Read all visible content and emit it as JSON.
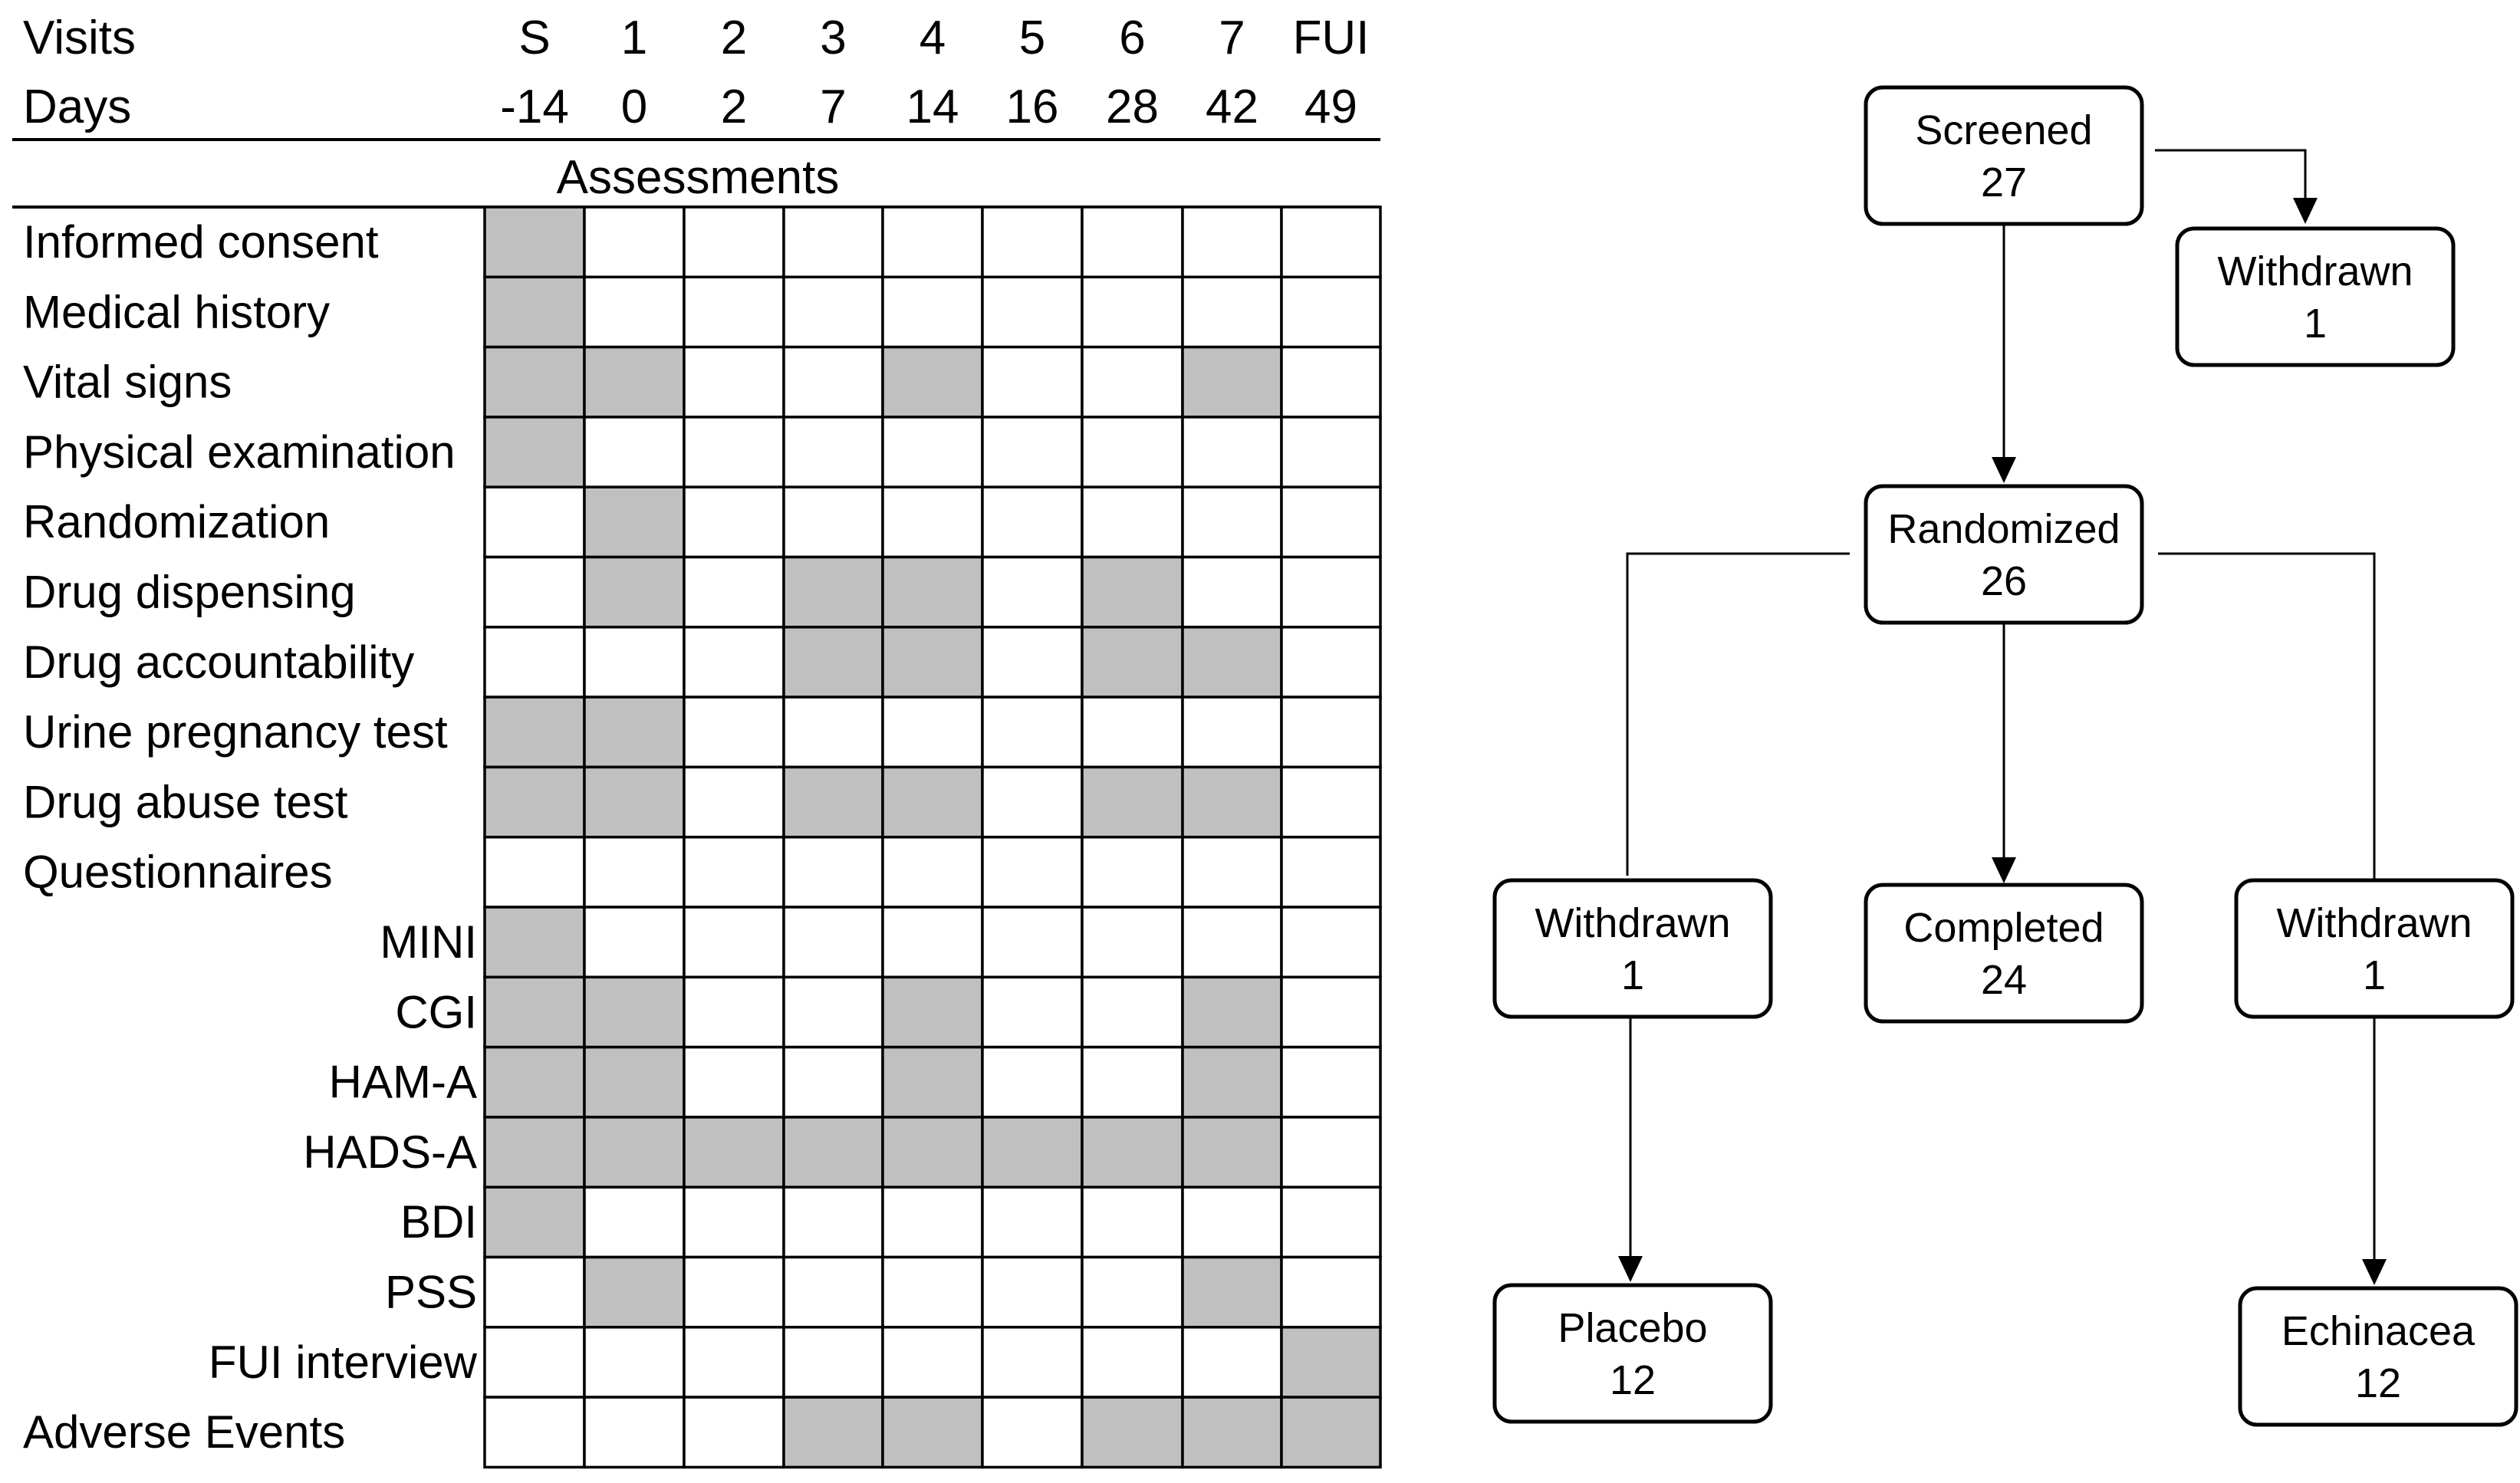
{
  "schedule": {
    "visits_label": "Visits",
    "days_label": "Days",
    "assessments_label": "Assessments",
    "visits": [
      "S",
      "1",
      "2",
      "3",
      "4",
      "5",
      "6",
      "7",
      "FUI"
    ],
    "days": [
      "-14",
      "0",
      "2",
      "7",
      "14",
      "16",
      "28",
      "42",
      "49"
    ],
    "shade_color": "#c0c0c0",
    "rows": [
      {
        "label": "Informed consent",
        "align": "left",
        "filled": [
          1,
          0,
          0,
          0,
          0,
          0,
          0,
          0,
          0
        ]
      },
      {
        "label": "Medical history",
        "align": "left",
        "filled": [
          1,
          0,
          0,
          0,
          0,
          0,
          0,
          0,
          0
        ]
      },
      {
        "label": "Vital signs",
        "align": "left",
        "filled": [
          1,
          1,
          0,
          0,
          1,
          0,
          0,
          1,
          0
        ]
      },
      {
        "label": "Physical examination",
        "align": "left",
        "filled": [
          1,
          0,
          0,
          0,
          0,
          0,
          0,
          0,
          0
        ]
      },
      {
        "label": "Randomization",
        "align": "left",
        "filled": [
          0,
          1,
          0,
          0,
          0,
          0,
          0,
          0,
          0
        ]
      },
      {
        "label": "Drug dispensing",
        "align": "left",
        "filled": [
          0,
          1,
          0,
          1,
          1,
          0,
          1,
          0,
          0
        ]
      },
      {
        "label": "Drug accountability",
        "align": "left",
        "filled": [
          0,
          0,
          0,
          1,
          1,
          0,
          1,
          1,
          0
        ]
      },
      {
        "label": "Urine pregnancy test",
        "align": "left",
        "filled": [
          1,
          1,
          0,
          0,
          0,
          0,
          0,
          0,
          0
        ]
      },
      {
        "label": "Drug abuse test",
        "align": "left",
        "filled": [
          1,
          1,
          0,
          1,
          1,
          0,
          1,
          1,
          0
        ]
      },
      {
        "label": "Questionnaires",
        "align": "left",
        "filled": [
          0,
          0,
          0,
          0,
          0,
          0,
          0,
          0,
          0
        ]
      },
      {
        "label": "MINI",
        "align": "right",
        "filled": [
          1,
          0,
          0,
          0,
          0,
          0,
          0,
          0,
          0
        ]
      },
      {
        "label": "CGI",
        "align": "right",
        "filled": [
          1,
          1,
          0,
          0,
          1,
          0,
          0,
          1,
          0
        ]
      },
      {
        "label": "HAM-A",
        "align": "right",
        "filled": [
          1,
          1,
          0,
          0,
          1,
          0,
          0,
          1,
          0
        ]
      },
      {
        "label": "HADS-A",
        "align": "right",
        "filled": [
          1,
          1,
          1,
          1,
          1,
          1,
          1,
          1,
          0
        ]
      },
      {
        "label": "BDI",
        "align": "right",
        "filled": [
          1,
          0,
          0,
          0,
          0,
          0,
          0,
          0,
          0
        ]
      },
      {
        "label": "PSS",
        "align": "right",
        "filled": [
          0,
          1,
          0,
          0,
          0,
          0,
          0,
          1,
          0
        ]
      },
      {
        "label": "FUI interview",
        "align": "right",
        "filled": [
          0,
          0,
          0,
          0,
          0,
          0,
          0,
          0,
          1
        ]
      },
      {
        "label": "Adverse Events",
        "align": "left",
        "filled": [
          0,
          0,
          0,
          1,
          1,
          0,
          1,
          1,
          1
        ]
      }
    ]
  },
  "flow": {
    "nodes": [
      {
        "id": "screened",
        "line1": "Screened",
        "line2": "27"
      },
      {
        "id": "withdrawn-screen",
        "line1": "Withdrawn",
        "line2": "1"
      },
      {
        "id": "randomized",
        "line1": "Randomized",
        "line2": "26"
      },
      {
        "id": "withdrawn-left",
        "line1": "Withdrawn",
        "line2": "1"
      },
      {
        "id": "completed",
        "line1": "Completed",
        "line2": "24"
      },
      {
        "id": "withdrawn-right",
        "line1": "Withdrawn",
        "line2": "1"
      },
      {
        "id": "placebo",
        "line1": "Placebo",
        "line2": "12"
      },
      {
        "id": "echinacea",
        "line1": "Echinacea",
        "line2": "12"
      }
    ]
  }
}
